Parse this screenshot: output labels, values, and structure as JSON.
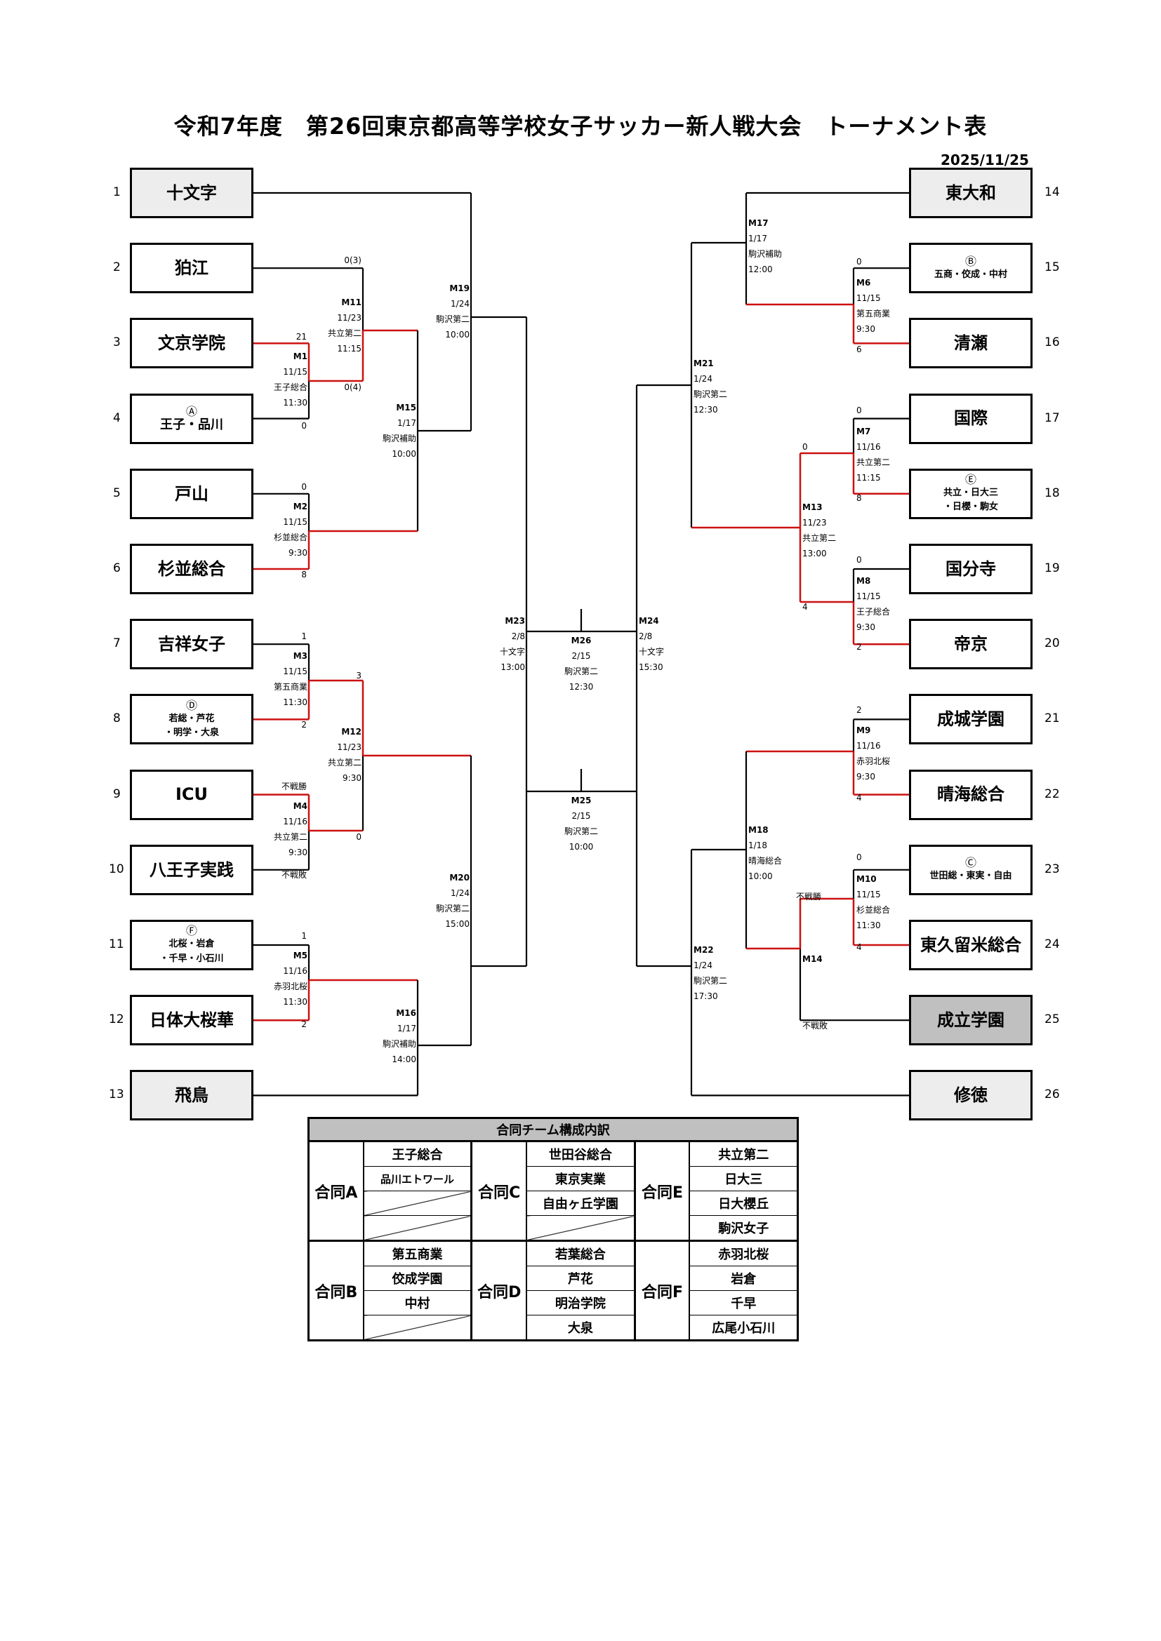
{
  "title": "令和7年度　第26回東京都高等学校女子サッカー新人戦大会　トーナメント表",
  "date": "2025/11/25",
  "colors": {
    "winner_line": "#cc1111",
    "line": "#000000",
    "seed_box": "#ededed",
    "bye_loser_box": "#c0c0c0",
    "table_header": "#c0c0c0"
  },
  "teams": [
    {
      "no": "1",
      "name": "十文字",
      "mark": "",
      "members": "",
      "style": "seed"
    },
    {
      "no": "2",
      "name": "狛江",
      "mark": "",
      "members": "",
      "style": "normal"
    },
    {
      "no": "3",
      "name": "文京学院",
      "mark": "",
      "members": "",
      "style": "normal"
    },
    {
      "no": "4",
      "name": "王子・品川",
      "mark": "Ⓐ",
      "members": "",
      "style": "normal"
    },
    {
      "no": "5",
      "name": "戸山",
      "mark": "",
      "members": "",
      "style": "normal"
    },
    {
      "no": "6",
      "name": "杉並総合",
      "mark": "",
      "members": "",
      "style": "normal"
    },
    {
      "no": "7",
      "name": "吉祥女子",
      "mark": "",
      "members": "",
      "style": "normal"
    },
    {
      "no": "8",
      "name": "",
      "mark": "Ⓓ",
      "members": "若総・芦花\n・明学・大泉",
      "style": "normal"
    },
    {
      "no": "9",
      "name": "ICU",
      "mark": "",
      "members": "",
      "style": "normal"
    },
    {
      "no": "10",
      "name": "八王子実践",
      "mark": "",
      "members": "",
      "style": "normal"
    },
    {
      "no": "11",
      "name": "",
      "mark": "Ⓕ",
      "members": "北桜・岩倉\n・千早・小石川",
      "style": "normal"
    },
    {
      "no": "12",
      "name": "日体大桜華",
      "mark": "",
      "members": "",
      "style": "normal"
    },
    {
      "no": "13",
      "name": "飛鳥",
      "mark": "",
      "members": "",
      "style": "seed"
    },
    {
      "no": "14",
      "name": "東大和",
      "mark": "",
      "members": "",
      "style": "seed"
    },
    {
      "no": "15",
      "name": "",
      "mark": "Ⓑ",
      "members": "五商・佼成・中村",
      "style": "normal"
    },
    {
      "no": "16",
      "name": "清瀬",
      "mark": "",
      "members": "",
      "style": "normal"
    },
    {
      "no": "17",
      "name": "国際",
      "mark": "",
      "members": "",
      "style": "normal"
    },
    {
      "no": "18",
      "name": "",
      "mark": "Ⓔ",
      "members": "共立・日大三\n・日櫻・駒女",
      "style": "normal"
    },
    {
      "no": "19",
      "name": "国分寺",
      "mark": "",
      "members": "",
      "style": "normal"
    },
    {
      "no": "20",
      "name": "帝京",
      "mark": "",
      "members": "",
      "style": "normal"
    },
    {
      "no": "21",
      "name": "成城学園",
      "mark": "",
      "members": "",
      "style": "normal"
    },
    {
      "no": "22",
      "name": "晴海総合",
      "mark": "",
      "members": "",
      "style": "normal"
    },
    {
      "no": "23",
      "name": "",
      "mark": "Ⓒ",
      "members": "世田総・東実・自由",
      "style": "normal"
    },
    {
      "no": "24",
      "name": "東久留米総合",
      "mark": "",
      "members": "",
      "style": "normal"
    },
    {
      "no": "25",
      "name": "成立学園",
      "mark": "",
      "members": "",
      "style": "dark"
    },
    {
      "no": "26",
      "name": "修徳",
      "mark": "",
      "members": "",
      "style": "seed"
    }
  ],
  "matches": [
    {
      "id": "M1",
      "date": "11/15",
      "venue": "王子総合",
      "time": "11:30",
      "score_top": "21",
      "score_bottom": "0"
    },
    {
      "id": "M2",
      "date": "11/15",
      "venue": "杉並総合",
      "time": "9:30",
      "score_top": "0",
      "score_bottom": "8"
    },
    {
      "id": "M3",
      "date": "11/15",
      "venue": "第五商業",
      "time": "11:30",
      "score_top": "1",
      "score_bottom": "2"
    },
    {
      "id": "M4",
      "date": "11/16",
      "venue": "共立第二",
      "time": "9:30",
      "score_top": "不戦勝",
      "score_bottom": "不戦敗"
    },
    {
      "id": "M5",
      "date": "11/16",
      "venue": "赤羽北桜",
      "time": "11:30",
      "score_top": "1",
      "score_bottom": "2"
    },
    {
      "id": "M6",
      "date": "11/15",
      "venue": "第五商業",
      "time": "9:30",
      "score_top": "0",
      "score_bottom": "6"
    },
    {
      "id": "M7",
      "date": "11/16",
      "venue": "共立第二",
      "time": "11:15",
      "score_top": "0",
      "score_bottom": "8"
    },
    {
      "id": "M8",
      "date": "11/15",
      "venue": "王子総合",
      "time": "9:30",
      "score_top": "0",
      "score_bottom": "2"
    },
    {
      "id": "M9",
      "date": "11/16",
      "venue": "赤羽北桜",
      "time": "9:30",
      "score_top": "2",
      "score_bottom": "4"
    },
    {
      "id": "M10",
      "date": "11/15",
      "venue": "杉並総合",
      "time": "11:30",
      "score_top": "0",
      "score_bottom": "4"
    },
    {
      "id": "M11",
      "date": "11/23",
      "venue": "共立第二",
      "time": "11:15",
      "score_top": "0(3)",
      "score_bottom": "0(4)"
    },
    {
      "id": "M12",
      "date": "11/23",
      "venue": "共立第二",
      "time": "9:30",
      "score_top": "3",
      "score_bottom": "0"
    },
    {
      "id": "M13",
      "date": "11/23",
      "venue": "共立第二",
      "time": "13:00",
      "score_top": "0",
      "score_bottom": "4"
    },
    {
      "id": "M14",
      "date": "",
      "venue": "",
      "time": "",
      "score_top": "不戦勝",
      "score_bottom": "不戦敗"
    },
    {
      "id": "M15",
      "date": "1/17",
      "venue": "駒沢補助",
      "time": "10:00"
    },
    {
      "id": "M16",
      "date": "1/17",
      "venue": "駒沢補助",
      "time": "14:00"
    },
    {
      "id": "M17",
      "date": "1/17",
      "venue": "駒沢補助",
      "time": "12:00"
    },
    {
      "id": "M18",
      "date": "1/18",
      "venue": "晴海総合",
      "time": "10:00"
    },
    {
      "id": "M19",
      "date": "1/24",
      "venue": "駒沢第二",
      "time": "10:00"
    },
    {
      "id": "M20",
      "date": "1/24",
      "venue": "駒沢第二",
      "time": "15:00"
    },
    {
      "id": "M21",
      "date": "1/24",
      "venue": "駒沢第二",
      "time": "12:30"
    },
    {
      "id": "M22",
      "date": "1/24",
      "venue": "駒沢第二",
      "time": "17:30"
    },
    {
      "id": "M23",
      "date": "2/8",
      "venue": "十文字",
      "time": "13:00"
    },
    {
      "id": "M24",
      "date": "2/8",
      "venue": "十文字",
      "time": "15:30"
    },
    {
      "id": "M25",
      "date": "2/15",
      "venue": "駒沢第二",
      "time": "10:00"
    },
    {
      "id": "M26",
      "date": "2/15",
      "venue": "駒沢第二",
      "time": "12:30"
    }
  ],
  "joint_table": {
    "title": "合同チーム構成内訳",
    "groups": [
      {
        "name": "合同A",
        "members": [
          "王子総合",
          "品川エトワール",
          "",
          ""
        ]
      },
      {
        "name": "合同C",
        "members": [
          "世田谷総合",
          "東京実業",
          "自由ヶ丘学園",
          ""
        ]
      },
      {
        "name": "合同E",
        "members": [
          "共立第二",
          "日大三",
          "日大櫻丘",
          "駒沢女子"
        ]
      },
      {
        "name": "合同B",
        "members": [
          "第五商業",
          "佼成学園",
          "中村",
          ""
        ]
      },
      {
        "name": "合同D",
        "members": [
          "若葉総合",
          "芦花",
          "明治学院",
          "大泉"
        ]
      },
      {
        "name": "合同F",
        "members": [
          "赤羽北桜",
          "岩倉",
          "千早",
          "広尾小石川"
        ]
      }
    ]
  }
}
